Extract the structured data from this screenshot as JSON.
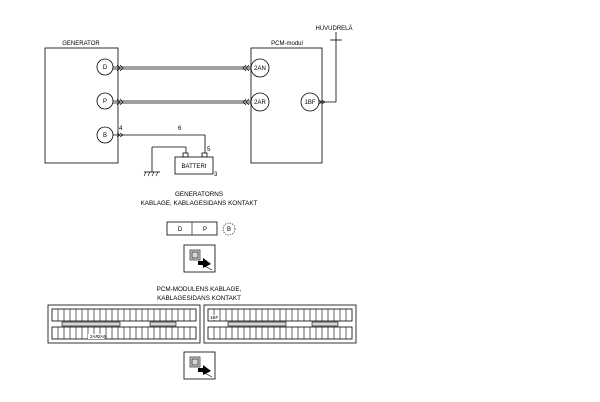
{
  "generator": {
    "title": "GENERATOR",
    "terminals": [
      "D",
      "P",
      "B"
    ]
  },
  "pcm": {
    "title": "PCM-modul",
    "terminals": [
      "2AN",
      "2AR",
      "1BF"
    ]
  },
  "relay": {
    "label": "HUVUDRELÄ"
  },
  "battery": {
    "label": "BATTERI"
  },
  "callouts": [
    "4",
    "6",
    "5",
    "3"
  ],
  "generator_connector": {
    "caption_lines": [
      "GENERATORNS",
      "KABLAGE, KABLAGESIDANS KONTAKT"
    ],
    "pins": [
      "D",
      "P",
      "B"
    ]
  },
  "pcm_connector": {
    "caption_lines": [
      "PCM-MODULENS KABLAGE,",
      "KABLAGESIDANS KONTAKT"
    ],
    "pin_labels": [
      "2AR",
      "2AN",
      "1BF"
    ]
  },
  "icons": [
    "harness-plug-icon",
    "ground-icon",
    "arrow-icon"
  ]
}
